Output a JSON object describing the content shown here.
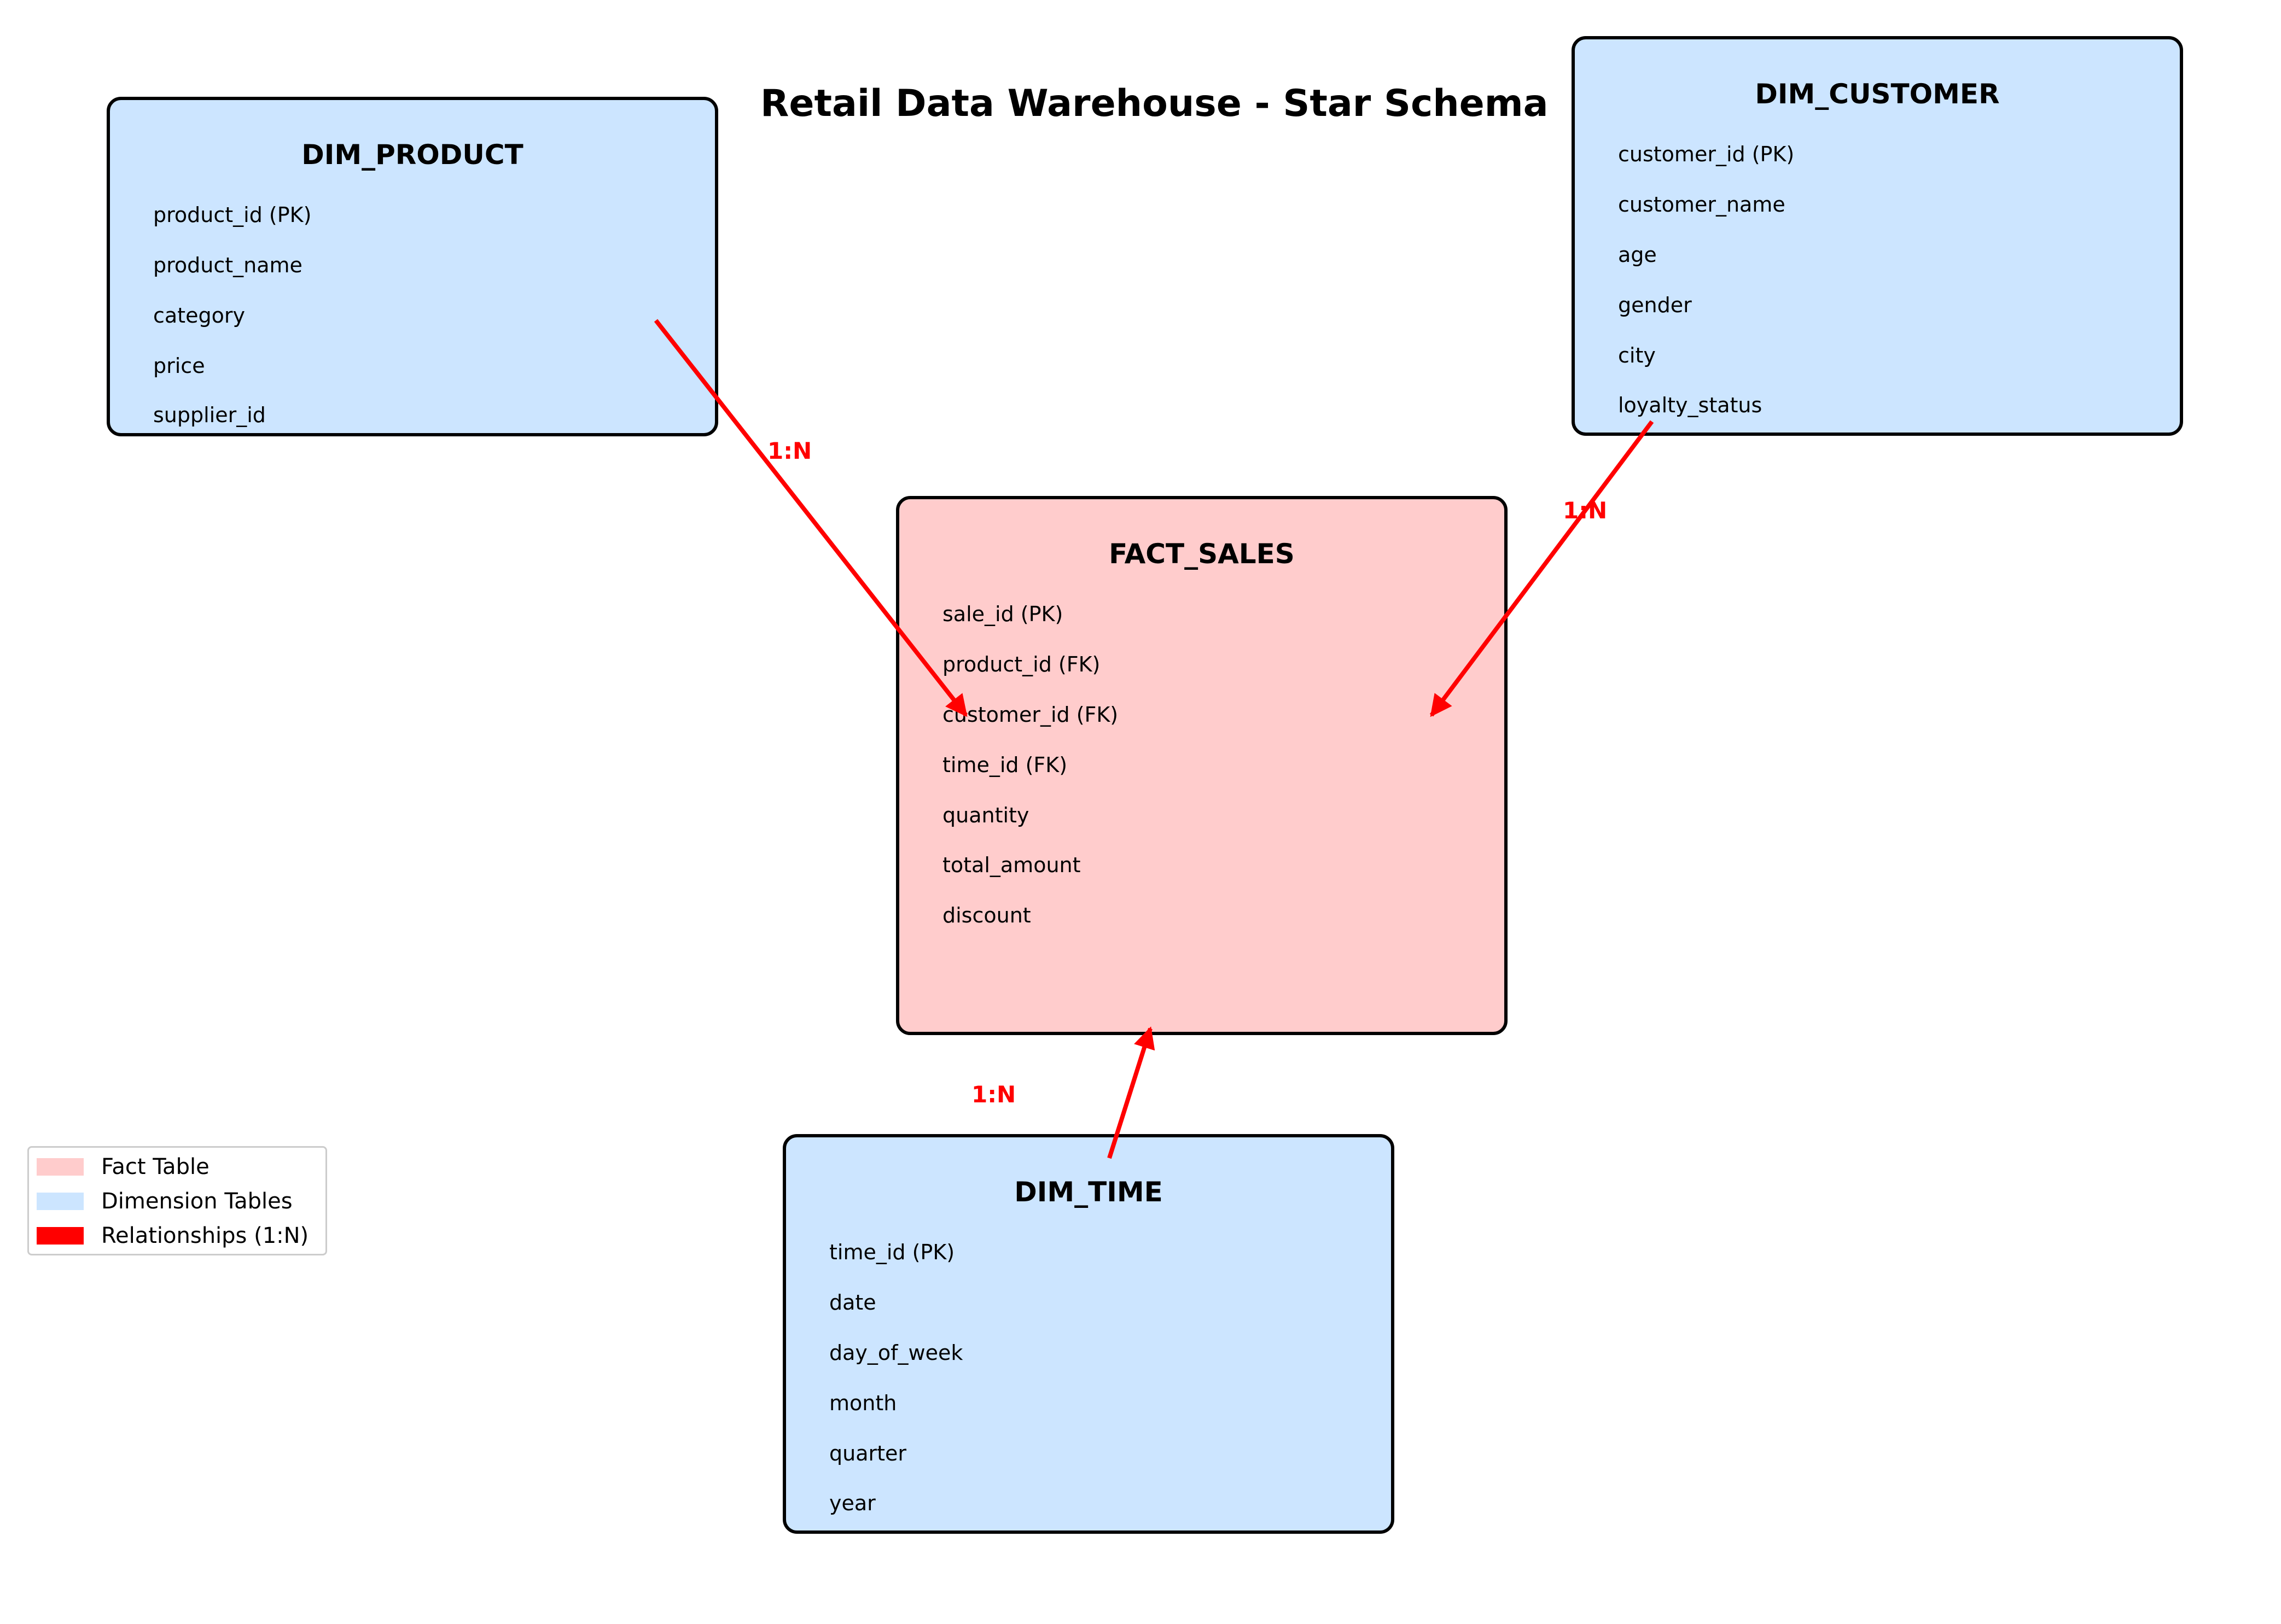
{
  "title": "Retail Data Warehouse - Star Schema",
  "colors": {
    "fact_fill": "#ffcccc",
    "dimension_fill": "#cce5ff",
    "relationship": "#ff0000",
    "border": "#000000"
  },
  "tables": {
    "dim_product": {
      "name": "DIM_PRODUCT",
      "type": "dimension",
      "attributes": [
        "product_id (PK)",
        "product_name",
        "category",
        "price",
        "supplier_id"
      ]
    },
    "dim_customer": {
      "name": "DIM_CUSTOMER",
      "type": "dimension",
      "attributes": [
        "customer_id (PK)",
        "customer_name",
        "age",
        "gender",
        "city",
        "loyalty_status"
      ]
    },
    "fact_sales": {
      "name": "FACT_SALES",
      "type": "fact",
      "attributes": [
        "sale_id (PK)",
        "product_id (FK)",
        "customer_id (FK)",
        "time_id (FK)",
        "quantity",
        "total_amount",
        "discount"
      ]
    },
    "dim_time": {
      "name": "DIM_TIME",
      "type": "dimension",
      "attributes": [
        "time_id (PK)",
        "date",
        "day_of_week",
        "month",
        "quarter",
        "year"
      ]
    }
  },
  "relationships": [
    {
      "from": "DIM_PRODUCT",
      "to": "FACT_SALES",
      "label": "1:N"
    },
    {
      "from": "DIM_CUSTOMER",
      "to": "FACT_SALES",
      "label": "1:N"
    },
    {
      "from": "DIM_TIME",
      "to": "FACT_SALES",
      "label": "1:N"
    }
  ],
  "legend": {
    "items": [
      {
        "label": "Fact Table",
        "color": "#ffcccc"
      },
      {
        "label": "Dimension Tables",
        "color": "#cce5ff"
      },
      {
        "label": "Relationships (1:N)",
        "color": "#ff0000"
      }
    ]
  }
}
